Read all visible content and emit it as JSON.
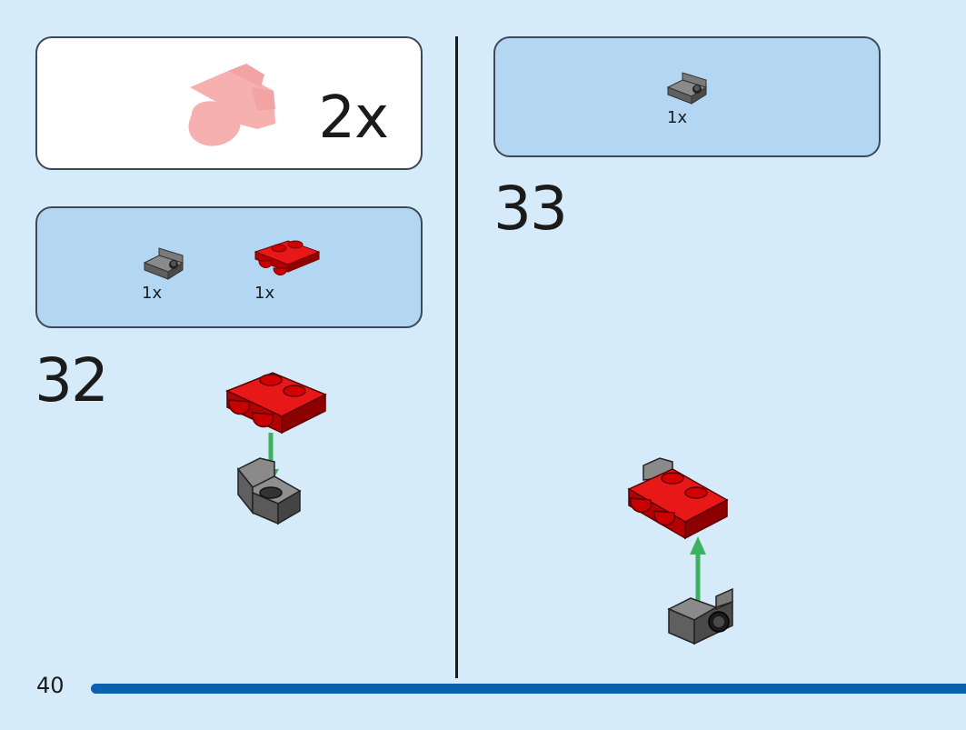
{
  "subassembly": {
    "multiplier": "2x"
  },
  "step32": {
    "number": "32",
    "parts": [
      {
        "name": "bracket-1x1-dark-grey",
        "qty": "1x"
      },
      {
        "name": "plate-red-with-clips",
        "qty": "1x"
      }
    ]
  },
  "step33": {
    "number": "33",
    "parts": [
      {
        "name": "bracket-1x1-dark-grey",
        "qty": "1x"
      }
    ]
  },
  "page": {
    "number": "40"
  },
  "colors": {
    "background": "#d6ebfa",
    "parts_box": "#b3d6f3",
    "red_part": "#dd0a0a",
    "grey_part": "#6b6b6b",
    "arrow": "#3cb25e",
    "footer_bar": "#0a62ae"
  }
}
